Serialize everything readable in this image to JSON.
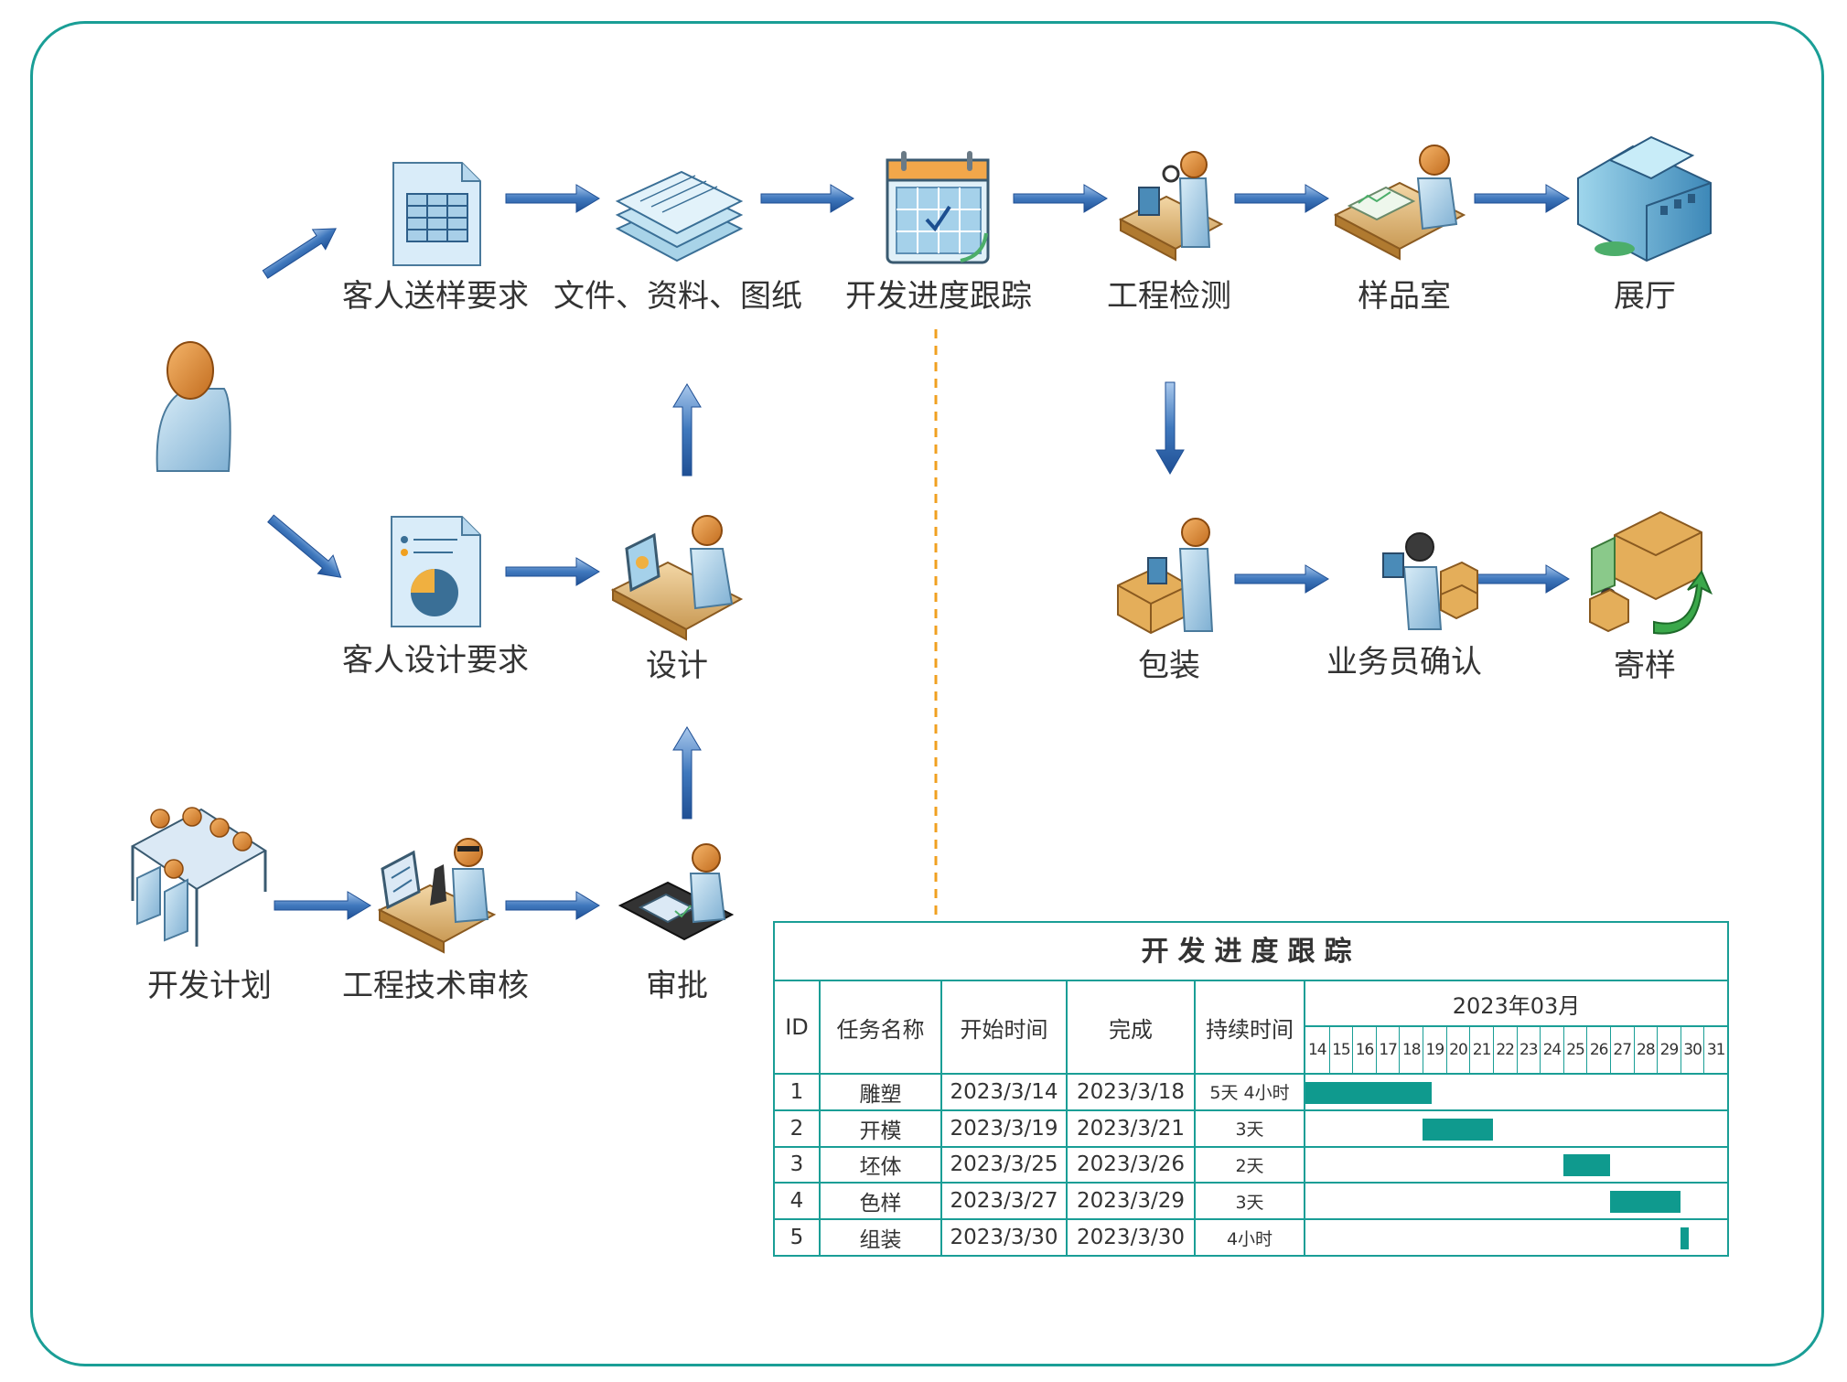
{
  "nodes": {
    "customer_sample": "客人送样要求",
    "documents": "文件、资料、图纸",
    "progress_tracking": "开发进度跟踪",
    "engineering_inspection": "工程检测",
    "sample_room": "样品室",
    "showroom": "展厅",
    "customer_design": "客人设计要求",
    "design": "设计",
    "packaging": "包装",
    "salesperson_confirm": "业务员确认",
    "send_sample": "寄样",
    "dev_plan": "开发计划",
    "tech_review": "工程技术审核",
    "approval": "审批"
  },
  "gantt": {
    "title": "开发进度跟踪",
    "headers": {
      "id": "ID",
      "task": "任务名称",
      "start": "开始时间",
      "finish": "完成",
      "duration": "持续时间",
      "month": "2023年03月"
    },
    "days": [
      "14",
      "15",
      "16",
      "17",
      "18",
      "19",
      "20",
      "21",
      "22",
      "23",
      "24",
      "25",
      "26",
      "27",
      "28",
      "29",
      "30",
      "31"
    ],
    "rows": [
      {
        "id": "1",
        "task": "雕塑",
        "start": "2023/3/14",
        "finish": "2023/3/18",
        "duration": "5天 4小时",
        "bar_start": 14,
        "bar_end": 19.4
      },
      {
        "id": "2",
        "task": "开模",
        "start": "2023/3/19",
        "finish": "2023/3/21",
        "duration": "3天",
        "bar_start": 19,
        "bar_end": 22
      },
      {
        "id": "3",
        "task": "坯体",
        "start": "2023/3/25",
        "finish": "2023/3/26",
        "duration": "2天",
        "bar_start": 25,
        "bar_end": 27
      },
      {
        "id": "4",
        "task": "色样",
        "start": "2023/3/27",
        "finish": "2023/3/29",
        "duration": "3天",
        "bar_start": 27,
        "bar_end": 30
      },
      {
        "id": "5",
        "task": "组装",
        "start": "2023/3/30",
        "finish": "2023/3/30",
        "duration": "4小时",
        "bar_start": 30,
        "bar_end": 30.35
      }
    ]
  },
  "colors": {
    "frame": "#1a9e96",
    "bar": "#0f9a8e",
    "arrow": "#3f78bd",
    "dashed": "#f0a020"
  }
}
